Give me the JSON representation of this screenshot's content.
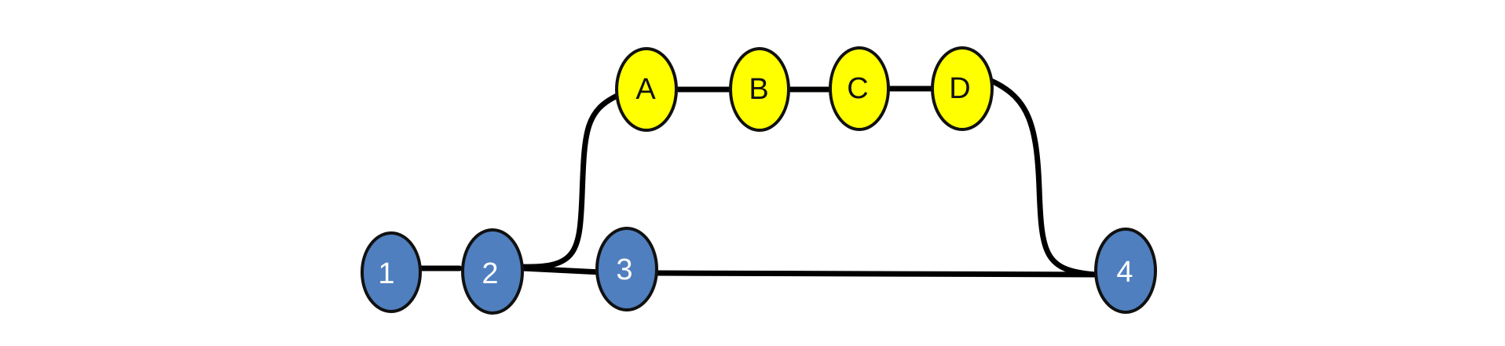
{
  "colors": {
    "main_node_fill": "#4f7fbf",
    "main_node_text": "#ffffff",
    "branch_node_fill": "#ffff00",
    "branch_node_text": "#111111",
    "edge": "#000000",
    "background": "#ffffff"
  },
  "nodes": [
    {
      "id": "n1",
      "label": "1",
      "group": "main"
    },
    {
      "id": "n2",
      "label": "2",
      "group": "main"
    },
    {
      "id": "n3",
      "label": "3",
      "group": "main"
    },
    {
      "id": "n4",
      "label": "4",
      "group": "main"
    },
    {
      "id": "nA",
      "label": "A",
      "group": "branch"
    },
    {
      "id": "nB",
      "label": "B",
      "group": "branch"
    },
    {
      "id": "nC",
      "label": "C",
      "group": "branch"
    },
    {
      "id": "nD",
      "label": "D",
      "group": "branch"
    }
  ],
  "edges": [
    {
      "from": "n1",
      "to": "n2"
    },
    {
      "from": "n2",
      "to": "n3"
    },
    {
      "from": "n3",
      "to": "n4"
    },
    {
      "from": "n2",
      "to": "nA"
    },
    {
      "from": "nA",
      "to": "nB"
    },
    {
      "from": "nB",
      "to": "nC"
    },
    {
      "from": "nC",
      "to": "nD"
    },
    {
      "from": "nD",
      "to": "n4"
    }
  ]
}
